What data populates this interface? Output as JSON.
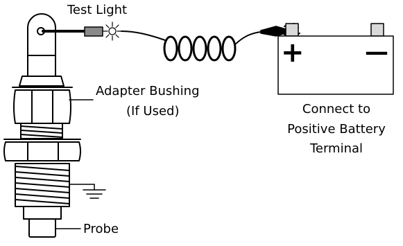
{
  "labels": {
    "test_light": "Test Light",
    "adapter_bushing": "Adapter Bushing",
    "if_used": "(If Used)",
    "connect_to": "Connect to",
    "positive_battery": "Positive Battery",
    "terminal": "Terminal",
    "probe": "Probe"
  },
  "battery": {
    "positive_sign": "+",
    "negative_sign": "—"
  },
  "colors": {
    "line": "#000000",
    "terminal_fill": "#d9d9d9",
    "lamp_body": "#8a8a8a",
    "background": "#ffffff"
  }
}
